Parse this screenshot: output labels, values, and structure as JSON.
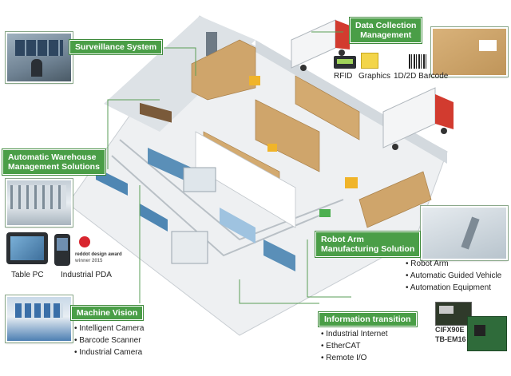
{
  "colors": {
    "accent_green": "#4a9e47",
    "connector_line": "#5a9e57",
    "floor": "#eef0f2",
    "wall": "#dfe3e6",
    "shelf_box": "#cfa56b",
    "truck_cab": "#d23b2f"
  },
  "labels": {
    "surveillance": "Surveillance System",
    "data_collection": "Data Collection\nManagement",
    "warehouse": "Automatic Warehouse\nManagement Solutions",
    "robot_arm": "Robot Arm\nManufacturing Solution",
    "machine_vision": "Machine Vision",
    "information": "Information transition"
  },
  "data_collection": {
    "items": [
      "RFID",
      "Graphics",
      "1D/2D Barcode"
    ]
  },
  "warehouse_devices": {
    "tablet": "Table PC",
    "pda": "Industrial PDA",
    "award_line1": "reddot design award",
    "award_line2": "winner 2015"
  },
  "robot_arm": {
    "bullets": [
      "Robot Arm",
      "Automatic Guided Vehicle",
      "Automation Equipment"
    ]
  },
  "machine_vision": {
    "bullets": [
      "Intelligent Camera",
      "Barcode Scanner",
      "Industrial Camera"
    ]
  },
  "information": {
    "bullets": [
      "Industrial Internet",
      "EtherCAT",
      "Remote I/O"
    ],
    "module_a": "CIFX90E",
    "module_b": "TB-EM16"
  },
  "icons": {
    "camera": "surveillance-camera-icon",
    "rfid": "rfid-reader-icon",
    "graphics": "graphics-icon",
    "barcode": "barcode-icon",
    "reddot": "reddot-award-icon"
  }
}
